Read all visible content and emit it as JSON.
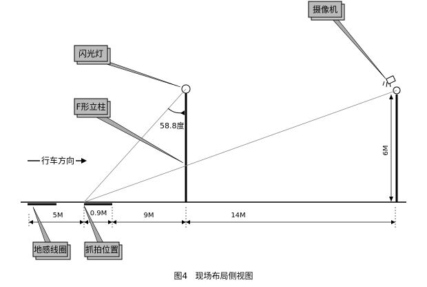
{
  "callouts": {
    "camera": "摄像机",
    "flash": "闪光灯",
    "pole": "F形立柱",
    "loop": "地感线圈",
    "capture": "抓拍位置"
  },
  "angle_label": "58.8度",
  "direction_label": "行车方向",
  "dimensions": {
    "d1": "5M",
    "d2": "0.9M",
    "d3": "9M",
    "d4": "14M",
    "height": "6M"
  },
  "caption": "图4   现场布局侧视图"
}
